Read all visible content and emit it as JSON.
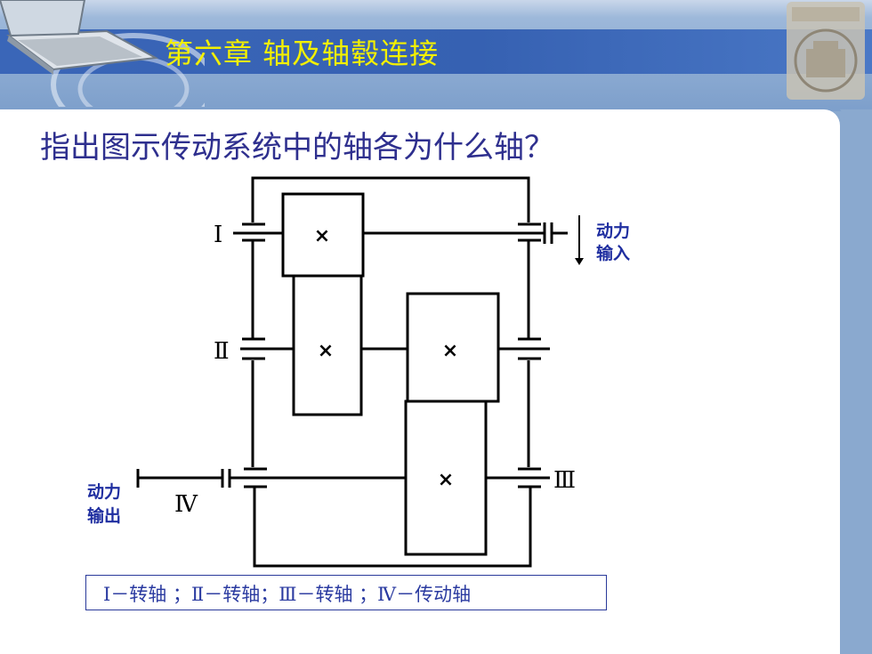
{
  "header": {
    "chapter_title": "第六章  轴及轴毂连接"
  },
  "question": "指出图示传动系统中的轴各为什么轴？",
  "diagram": {
    "shaft_labels": {
      "s1": "Ⅰ",
      "s2": "Ⅱ",
      "s3": "Ⅲ",
      "s4": "Ⅳ"
    },
    "power_input": [
      "动力",
      "输入"
    ],
    "power_output": [
      "动力",
      "输出"
    ]
  },
  "answer": "Ⅰ－转轴 ；Ⅱ－转轴；Ⅲ－转轴 ；Ⅳ－传动轴"
}
